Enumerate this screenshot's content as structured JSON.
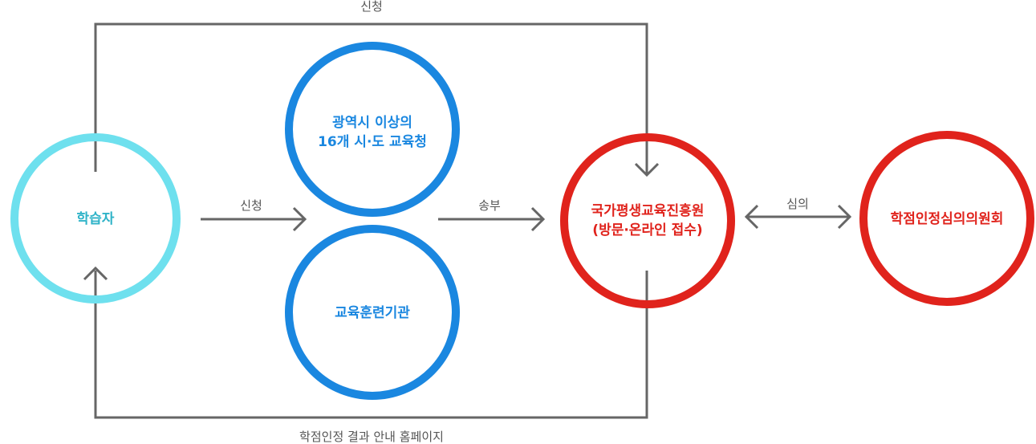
{
  "nodes": {
    "learner": {
      "label": "학습자",
      "color": "#6ee0ee",
      "text_color": "#2fb3c8"
    },
    "office_of_education": {
      "lines": [
        "광역시 이상의",
        "16개 시·도 교육청"
      ],
      "color": "#1a87e0",
      "text_color": "#1a87e0"
    },
    "training_institution": {
      "label": "교육훈련기관",
      "color": "#1a87e0",
      "text_color": "#1a87e0"
    },
    "nile": {
      "lines": [
        "국가평생교육진흥원",
        "(방문·온라인 접수)"
      ],
      "color": "#e0231c",
      "text_color": "#e0231c"
    },
    "committee": {
      "label": "학점인정심의의원회",
      "color": "#e0231c",
      "text_color": "#e0231c"
    }
  },
  "edges": {
    "top_apply": "신청",
    "learner_apply": "신청",
    "send": "송부",
    "review": "심의",
    "result_notice": "학점인정 결과 안내 홈페이지"
  },
  "colors": {
    "line": "#666666"
  }
}
